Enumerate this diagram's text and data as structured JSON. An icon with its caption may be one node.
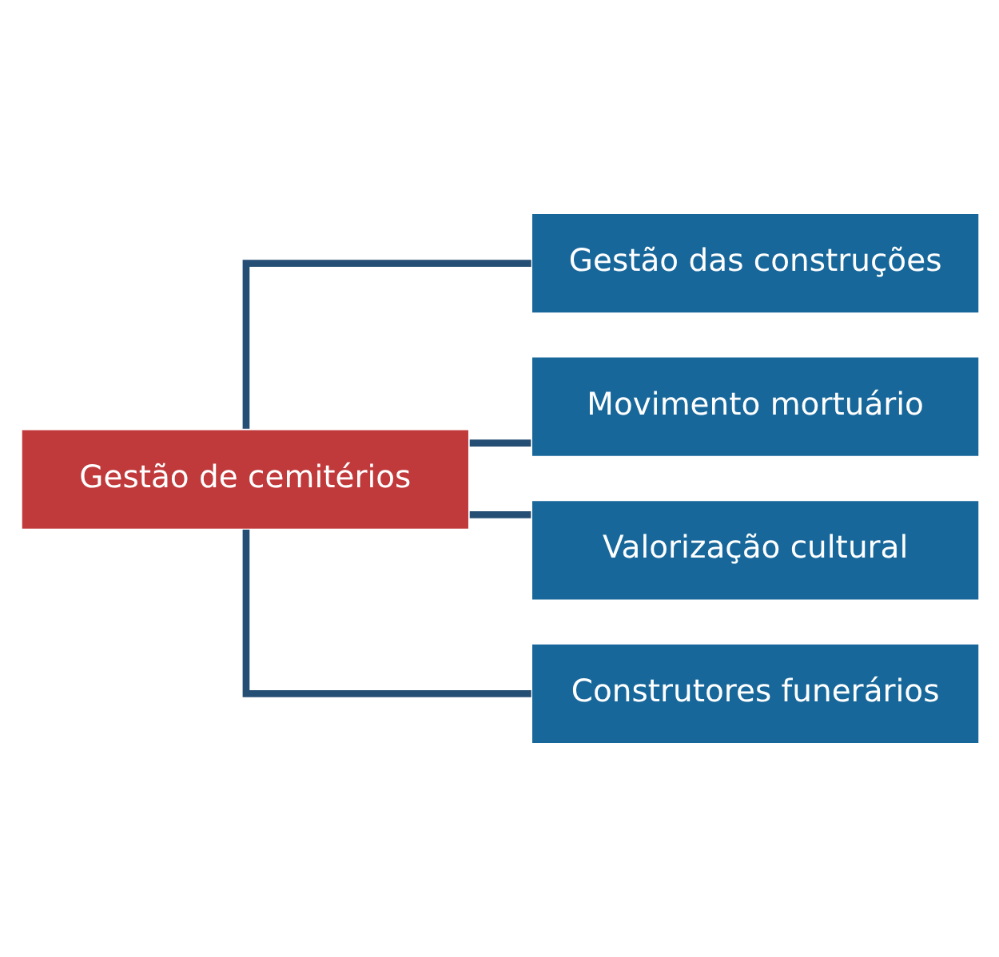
{
  "diagram": {
    "nodes": [
      {
        "text": [
          "Gestão de cemitérios"
        ]
      },
      {
        "text": [
          "Gestão das construções"
        ]
      },
      {
        "text": [
          "Movimento mortuário"
        ]
      },
      {
        "text": [
          "Valorização cultural"
        ]
      },
      {
        "text": [
          "Construtores funerários"
        ]
      }
    ],
    "edges": [
      {
        "from": 0,
        "to": 1,
        "arrow": "none"
      },
      {
        "from": 0,
        "to": 2,
        "arrow": "none"
      },
      {
        "from": 0,
        "to": 3,
        "arrow": "none"
      },
      {
        "from": 0,
        "to": 4,
        "arrow": "none"
      }
    ]
  }
}
